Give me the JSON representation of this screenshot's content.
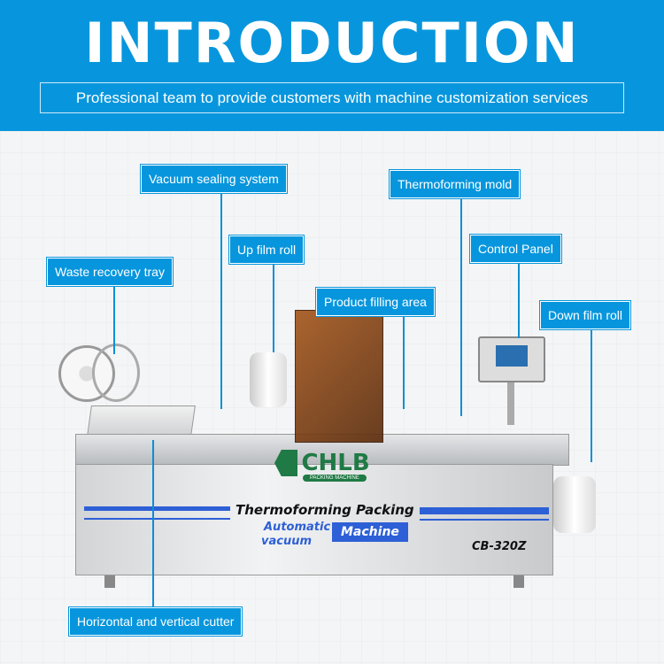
{
  "header": {
    "title": "INTRODUCTION",
    "subtitle": "Professional team to provide customers with machine customization services"
  },
  "labels": {
    "vacuum_sealing": "Vacuum sealing system",
    "thermoforming_mold": "Thermoforming mold",
    "up_film_roll": "Up film roll",
    "control_panel": "Control Panel",
    "waste_tray": "Waste recovery tray",
    "product_filling": "Product filling area",
    "down_film_roll": "Down film roll",
    "cutter": "Horizontal and vertical cutter"
  },
  "machine": {
    "brand": "CHLB",
    "brand_sub": "PACKING MACHINE",
    "line1": "Thermoforming Packing",
    "line2a": "Automatic",
    "line2b": "vacuum",
    "badge": "Machine",
    "model": "CB-320Z"
  },
  "colors": {
    "accent": "#0796dd",
    "brand_green": "#1f7a45"
  }
}
